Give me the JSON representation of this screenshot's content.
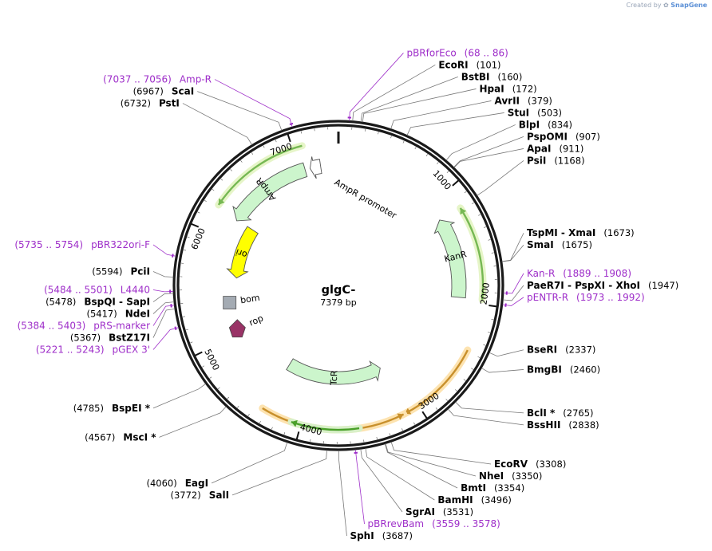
{
  "credit": {
    "prefix": "Created by",
    "brand": "SnapGene"
  },
  "plasmid": {
    "name": "glgC-",
    "size_label": "7379 bp",
    "length": 7379
  },
  "ticks": [
    {
      "label": "1000",
      "pos": 1000
    },
    {
      "label": "2000",
      "pos": 2000
    },
    {
      "label": "3000",
      "pos": 3000
    },
    {
      "label": "4000",
      "pos": 4000
    },
    {
      "label": "5000",
      "pos": 5000
    },
    {
      "label": "6000",
      "pos": 6000
    },
    {
      "label": "7000",
      "pos": 7000
    }
  ],
  "sites": [
    {
      "name": "EcoRI",
      "pos": "(101)",
      "p": 101,
      "side": "R"
    },
    {
      "name": "BstBI",
      "pos": "(160)",
      "p": 160,
      "side": "R"
    },
    {
      "name": "HpaI",
      "pos": "(172)",
      "p": 172,
      "side": "R"
    },
    {
      "name": "AvrII",
      "pos": "(379)",
      "p": 379,
      "side": "R"
    },
    {
      "name": "StuI",
      "pos": "(503)",
      "p": 503,
      "side": "R"
    },
    {
      "name": "BlpI",
      "pos": "(834)",
      "p": 834,
      "side": "R"
    },
    {
      "name": "PspOMI",
      "pos": "(907)",
      "p": 907,
      "side": "R"
    },
    {
      "name": "ApaI",
      "pos": "(911)",
      "p": 911,
      "side": "R"
    },
    {
      "name": "PsiI",
      "pos": "(1168)",
      "p": 1168,
      "side": "R"
    },
    {
      "name": "TspMI  -  XmaI",
      "pos": "(1673)",
      "p": 1673,
      "side": "R"
    },
    {
      "name": "SmaI",
      "pos": "(1675)",
      "p": 1675,
      "side": "R"
    },
    {
      "name": "PaeR7I  -  PspXI  -  XhoI",
      "pos": "(1947)",
      "p": 1947,
      "side": "R"
    },
    {
      "name": "BseRI",
      "pos": "(2337)",
      "p": 2337,
      "side": "R"
    },
    {
      "name": "BmgBI",
      "pos": "(2460)",
      "p": 2460,
      "side": "R"
    },
    {
      "name": "BclI *",
      "pos": "(2765)",
      "p": 2765,
      "side": "R"
    },
    {
      "name": "BssHII",
      "pos": "(2838)",
      "p": 2838,
      "side": "R"
    },
    {
      "name": "EcoRV",
      "pos": "(3308)",
      "p": 3308,
      "side": "R"
    },
    {
      "name": "NheI",
      "pos": "(3350)",
      "p": 3350,
      "side": "R"
    },
    {
      "name": "BmtI",
      "pos": "(3354)",
      "p": 3354,
      "side": "R"
    },
    {
      "name": "BamHI",
      "pos": "(3496)",
      "p": 3496,
      "side": "R"
    },
    {
      "name": "SgrAI",
      "pos": "(3531)",
      "p": 3531,
      "side": "R"
    },
    {
      "name": "SphI",
      "pos": "(3687)",
      "p": 3687,
      "side": "R"
    },
    {
      "name": "SalI",
      "pos": "(3772)",
      "p": 3772,
      "side": "L"
    },
    {
      "name": "EagI",
      "pos": "(4060)",
      "p": 4060,
      "side": "L"
    },
    {
      "name": "MscI *",
      "pos": "(4567)",
      "p": 4567,
      "side": "L"
    },
    {
      "name": "BspEI *",
      "pos": "(4785)",
      "p": 4785,
      "side": "L"
    },
    {
      "name": "BstZ17I",
      "pos": "(5367)",
      "p": 5367,
      "side": "L"
    },
    {
      "name": "NdeI",
      "pos": "(5417)",
      "p": 5417,
      "side": "L"
    },
    {
      "name": "BspQI  -  SapI",
      "pos": "(5478)",
      "p": 5478,
      "side": "L"
    },
    {
      "name": "PciI",
      "pos": "(5594)",
      "p": 5594,
      "side": "L"
    },
    {
      "name": "PstI",
      "pos": "(6732)",
      "p": 6732,
      "side": "L"
    },
    {
      "name": "ScaI",
      "pos": "(6967)",
      "p": 6967,
      "side": "L"
    }
  ],
  "primers": [
    {
      "name": "pBRforEco",
      "range": "(68 .. 86)",
      "p": 77,
      "side": "R"
    },
    {
      "name": "Kan-R",
      "range": "(1889 .. 1908)",
      "p": 1898,
      "side": "R"
    },
    {
      "name": "pENTR-R",
      "range": "(1973 .. 1992)",
      "p": 1982,
      "side": "R"
    },
    {
      "name": "pBRrevBam",
      "range": "(3559 .. 3578)",
      "p": 3568,
      "side": "R"
    },
    {
      "name": "pGEX 3'",
      "range": "(5221 .. 5243)",
      "p": 5232,
      "side": "L"
    },
    {
      "name": "pRS-marker",
      "range": "(5384 .. 5403)",
      "p": 5393,
      "side": "L"
    },
    {
      "name": "L4440",
      "range": "(5484 .. 5501)",
      "p": 5492,
      "side": "L"
    },
    {
      "name": "pBR322ori-F",
      "range": "(5735 .. 5754)",
      "p": 5744,
      "side": "L"
    },
    {
      "name": "Amp-R",
      "range": "(7037 .. 7056)",
      "p": 7046,
      "side": "L"
    }
  ],
  "features": [
    {
      "name": "AmpR promoter",
      "type": "promoter",
      "start": 7100,
      "end": 7205,
      "dir": -1,
      "color": "#ffffff"
    },
    {
      "name": "AmpR",
      "type": "gene",
      "start": 6200,
      "end": 7050,
      "dir": -1,
      "color": "#ccf5cc"
    },
    {
      "name": "KanR",
      "type": "gene",
      "start": 1170,
      "end": 1960,
      "dir": -1,
      "color": "#ccf5cc"
    },
    {
      "name": "TcR",
      "type": "gene",
      "start": 3140,
      "end": 4340,
      "dir": -1,
      "color": "#ccf5cc"
    },
    {
      "name": "ori",
      "type": "origin",
      "start": 5620,
      "end": 6210,
      "dir": -1,
      "color": "#ffff00"
    },
    {
      "name": "bom",
      "type": "misc",
      "start": 5280,
      "end": 5420,
      "dir": 0,
      "color": "#a4abb3"
    },
    {
      "name": "rop",
      "type": "cds",
      "start": 4960,
      "end": 5150,
      "dir": 1,
      "color": "#993366"
    }
  ],
  "orfs": [
    {
      "start": 6230,
      "end": 7080,
      "dir": -1,
      "color": "#76b853",
      "glow": "#e6f5c8"
    },
    {
      "start": 1180,
      "end": 1960,
      "dir": -1,
      "color": "#76b853",
      "glow": "#e6f5c8"
    },
    {
      "start": 2390,
      "end": 3130,
      "dir": 1,
      "color": "#c8902c",
      "glow": "#fde3b0"
    },
    {
      "start": 3140,
      "end": 4340,
      "dir": -1,
      "color": "#c8902c",
      "glow": "#fde3b0"
    },
    {
      "start": 3520,
      "end": 4080,
      "dir": 1,
      "color": "#4aa02a",
      "glow": "#d8f0c8"
    }
  ]
}
